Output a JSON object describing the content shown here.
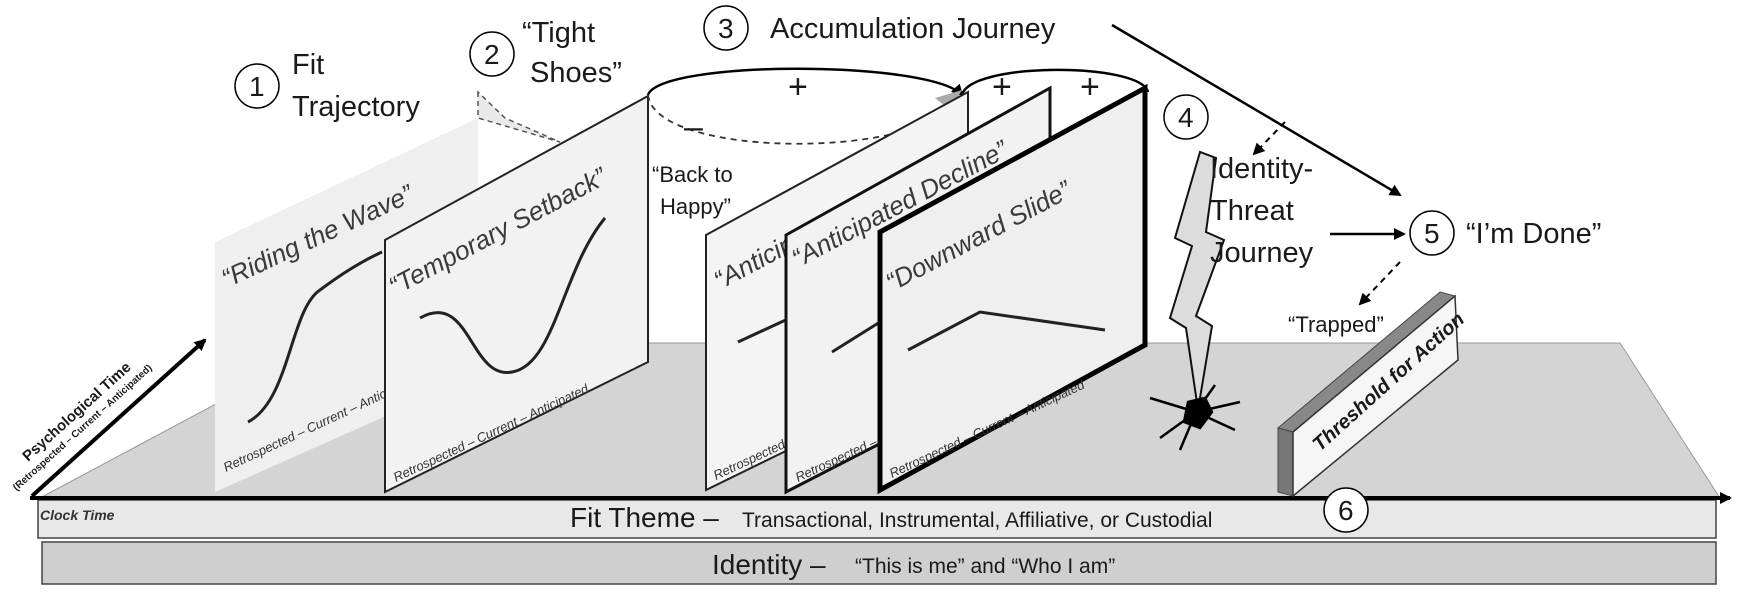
{
  "markers": [
    {
      "number": "1",
      "label_line1": "Fit",
      "label_line2": "Trajectory"
    },
    {
      "number": "2",
      "label_line1": "“Tight",
      "label_line2": "Shoes”"
    },
    {
      "number": "3",
      "label": "Accumulation Journey"
    },
    {
      "number": "4",
      "label_line1": "Identity-",
      "label_line2": "Threat",
      "label_line3": "Journey"
    },
    {
      "number": "5",
      "label": "“I’m Done”"
    },
    {
      "number": "6"
    }
  ],
  "panels": [
    {
      "title": "“Riding the Wave”",
      "axis": "Retrospected – Current – Anticipated"
    },
    {
      "title": "“Temporary Setback”",
      "axis": "Retrospected – Current – Anticipated"
    },
    {
      "title": "“Anticipated Incline”",
      "axis": "Retrospected – Current – Anticipated"
    },
    {
      "title": "“Anticipated Decline”",
      "axis": "Retrospected – Current – Anticipated"
    },
    {
      "title": "“Downward Slide”",
      "axis": "Retrospected – Current – Anticipated"
    }
  ],
  "cycle_signs": [
    "+",
    "–",
    "+",
    "+"
  ],
  "back_to_happy": {
    "line1": "“Back to",
    "line2": "Happy”"
  },
  "trapped": "“Trapped”",
  "threshold": "Threshold for Action",
  "psych_time": {
    "line1": "Psychological Time",
    "line2": "(Retrospected – Current – Anticipated)"
  },
  "clock_time": "Clock Time",
  "fit_theme": {
    "head": "Fit Theme –",
    "detail": "Transactional, Instrumental, Affiliative, or Custodial"
  },
  "identity": {
    "head": "Identity –",
    "detail": "“This is me” and “Who I am”"
  },
  "colors": {
    "floor": "#d4d4d4",
    "bar": "#e8e8e8",
    "panel": "#f2f2f2",
    "panel_light": "#f7f7f7",
    "ink": "#000000"
  }
}
